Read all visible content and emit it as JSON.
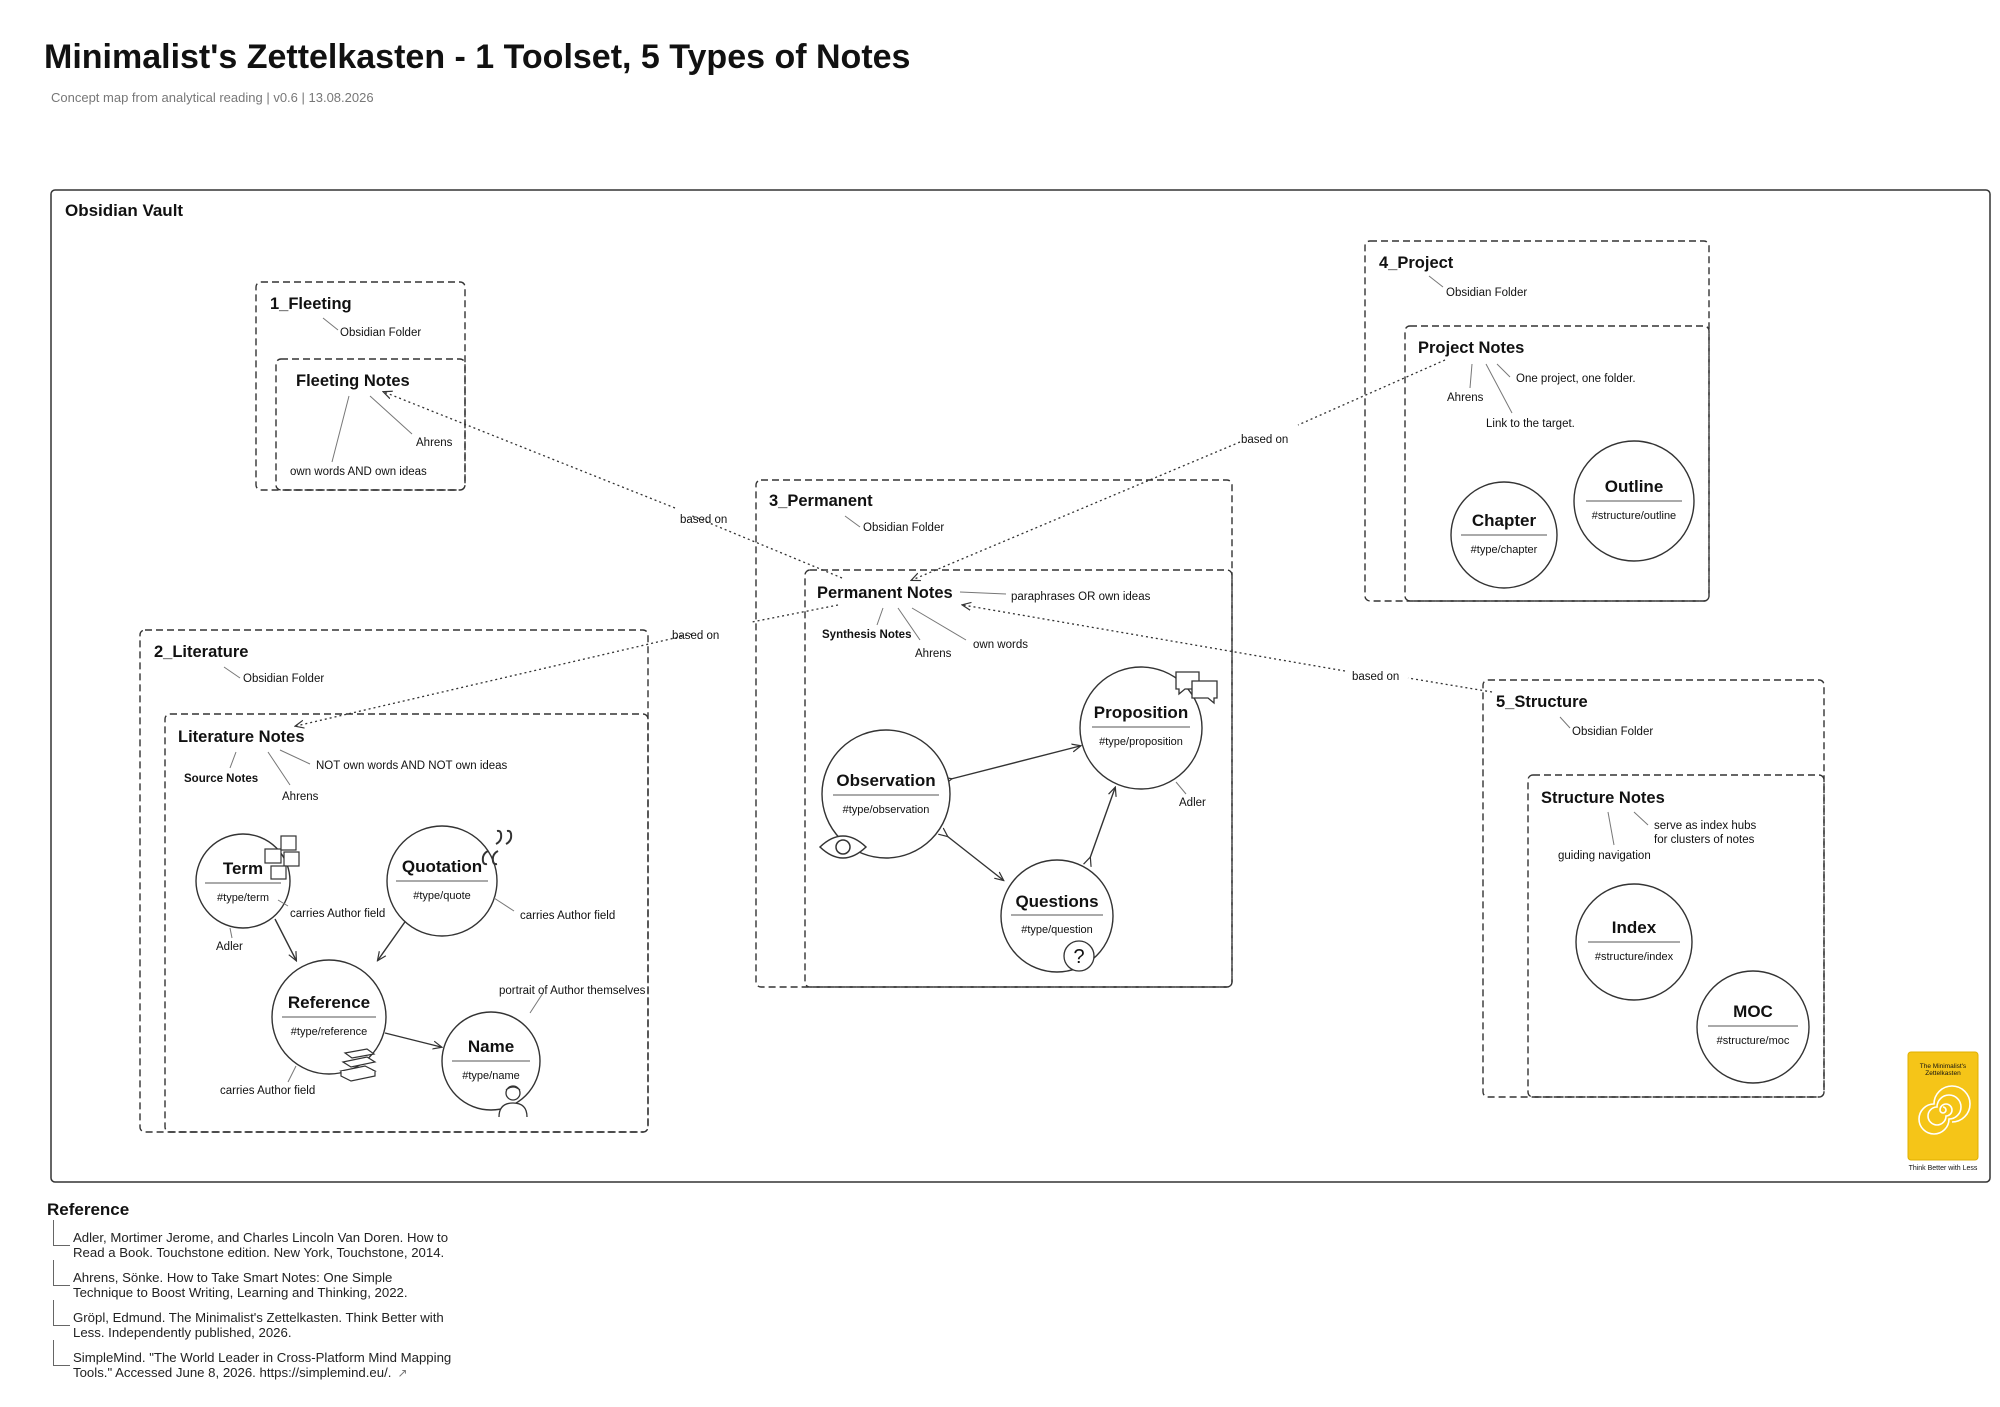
{
  "header": {
    "title": "Minimalist's Zettelkasten - 1 Toolset, 5 Types of Notes",
    "subtitle": "Concept map from analytical reading | v0.6 | 13.08.2026"
  },
  "vault": {
    "label": "Obsidian Vault"
  },
  "folders": {
    "fleeting": {
      "name": "1_Fleeting",
      "desc": "Obsidian Folder"
    },
    "literature": {
      "name": "2_Literature",
      "desc": "Obsidian Folder"
    },
    "permanent": {
      "name": "3_Permanent",
      "desc": "Obsidian Folder"
    },
    "project": {
      "name": "4_Project",
      "desc": "Obsidian Folder"
    },
    "structure": {
      "name": "5_Structure",
      "desc": "Obsidian Folder"
    }
  },
  "notes": {
    "fleeting": {
      "name": "Fleeting Notes",
      "a1": "Ahrens",
      "a2": "own words AND own ideas"
    },
    "literature": {
      "name": "Literature Notes",
      "a1": "NOT own words AND NOT own ideas",
      "a2": "Source Notes",
      "a3": "Ahrens"
    },
    "permanent": {
      "name": "Permanent Notes",
      "a1": "paraphrases OR own ideas",
      "a2": "Synthesis Notes",
      "a3": "Ahrens",
      "a4": "own words"
    },
    "project": {
      "name": "Project Notes",
      "a1": "One project, one folder.",
      "a2": "Ahrens",
      "a3": "Link to the target."
    },
    "structure": {
      "name": "Structure Notes",
      "a1": "serve as index hubs",
      "a1b": "for clusters of notes",
      "a2": "guiding navigation"
    }
  },
  "types": {
    "term": {
      "name": "Term",
      "tag": "#type/term"
    },
    "quotation": {
      "name": "Quotation",
      "tag": "#type/quote"
    },
    "reference": {
      "name": "Reference",
      "tag": "#type/reference"
    },
    "name": {
      "name": "Name",
      "tag": "#type/name"
    },
    "observation": {
      "name": "Observation",
      "tag": "#type/observation"
    },
    "proposition": {
      "name": "Proposition",
      "tag": "#type/proposition"
    },
    "questions": {
      "name": "Questions",
      "tag": "#type/question"
    },
    "chapter": {
      "name": "Chapter",
      "tag": "#type/chapter"
    },
    "outline": {
      "name": "Outline",
      "tag": "#structure/outline"
    },
    "index": {
      "name": "Index",
      "tag": "#structure/index"
    },
    "moc": {
      "name": "MOC",
      "tag": "#structure/moc"
    }
  },
  "annotations": {
    "term_author": "carries Author field",
    "term_adler": "Adler",
    "quote_author": "carries Author field",
    "ref_author": "carries Author field",
    "name_portrait": "portrait of Author themselves",
    "prop_adler": "Adler"
  },
  "edges": {
    "based_on": "based on"
  },
  "book": {
    "title_line1": "The Minimalist's",
    "title_line2": "Zettelkasten",
    "tagline": "Think Better with Less",
    "color": "#f5c518"
  },
  "references": {
    "heading": "Reference",
    "items": [
      {
        "line1": "Adler, Mortimer Jerome, and Charles Lincoln Van Doren. How to",
        "line2": "Read a Book. Touchstone edition. New York, Touchstone, 2014."
      },
      {
        "line1": "Ahrens, Sönke. How to Take Smart Notes: One Simple",
        "line2": "Technique to Boost Writing, Learning and Thinking, 2022."
      },
      {
        "line1": "Gröpl, Edmund. The Minimalist's Zettelkasten. Think Better with",
        "line2": "Less. Independently published, 2026."
      },
      {
        "line1": "SimpleMind. \"The World Leader in Cross-Platform Mind Mapping",
        "line2": "Tools.\" Accessed June 8, 2026. https://simplemind.eu/."
      }
    ]
  },
  "icons": [
    "sticky-notes-icon",
    "quote-marks-icon",
    "books-stack-icon",
    "person-icon",
    "eye-icon",
    "speech-bubbles-icon",
    "question-icon",
    "external-link-icon",
    "spiral-icon"
  ]
}
